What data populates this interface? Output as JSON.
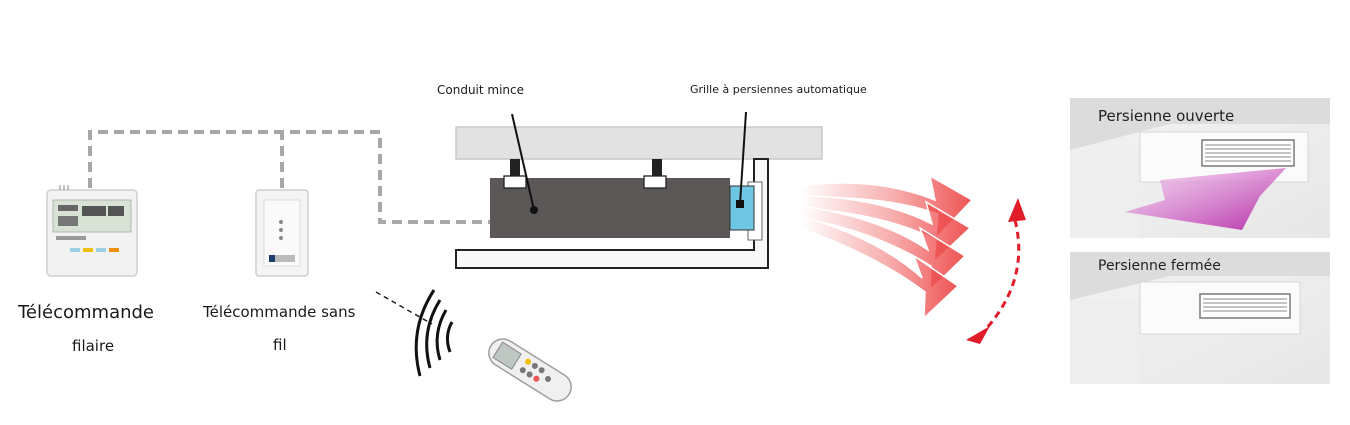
{
  "labels": {
    "wired_remote_line1": "Télécommande",
    "wired_remote_line2": "filaire",
    "wireless_remote_line1": "Télécommande sans",
    "wireless_remote_line2": "fil",
    "thin_duct": "Conduit mince",
    "auto_louver_grille": "Grille à persiennes automatique",
    "louver_open": "Persienne ouverte",
    "louver_closed": "Persienne fermée"
  },
  "colors": {
    "wire_dashed": "#a8a8a8",
    "duct_body": "#5b5757",
    "ceiling": "#e2e2e2",
    "grille_blue": "#6fc6e3",
    "airflow_red": "#ee4b4b",
    "swing_arrow": "#e11d2a",
    "purple_airflow": "#c23ab8"
  }
}
